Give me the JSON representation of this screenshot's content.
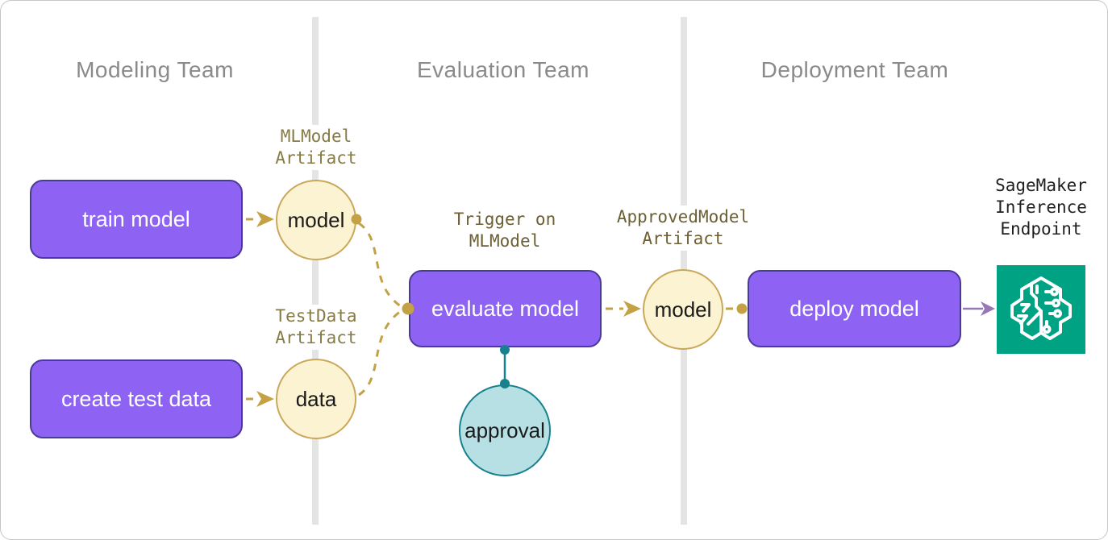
{
  "lanes": [
    {
      "title": "Modeling Team"
    },
    {
      "title": "Evaluation Team"
    },
    {
      "title": "Deployment Team"
    }
  ],
  "nodes": {
    "train_model": {
      "label": "train model"
    },
    "create_test_data": {
      "label": "create test data"
    },
    "evaluate_model": {
      "label": "evaluate model"
    },
    "deploy_model": {
      "label": "deploy model"
    },
    "model_artifact_1": {
      "label": "model"
    },
    "data_artifact": {
      "label": "data"
    },
    "model_artifact_2": {
      "label": "model"
    },
    "approval": {
      "label": "approval"
    }
  },
  "annotations": {
    "mlmodel_artifact": {
      "lines": [
        "MLModel",
        "Artifact"
      ]
    },
    "testdata_artifact": {
      "lines": [
        "TestData",
        "Artifact"
      ]
    },
    "trigger_on_mlmodel": {
      "lines": [
        "Trigger on",
        "MLModel"
      ]
    },
    "approvedmodel_artifact": {
      "lines": [
        "ApprovedModel",
        "Artifact"
      ]
    },
    "sagemaker_endpoint": {
      "lines": [
        "SageMaker",
        "Inference",
        "Endpoint"
      ]
    }
  },
  "colors": {
    "task_fill": "#8E63F3",
    "task_border": "#4B3A9C",
    "task_text": "#FFFFFF",
    "artifact_fill": "#FCF3D2",
    "artifact_border": "#C9A85B",
    "connector_gold": "#C5A145",
    "approval_fill": "#B7E0E5",
    "approval_border": "#17818E",
    "lane_title": "#8A8A8A",
    "divider": "#E4E4E4",
    "annotation_olive": "#857B45",
    "annotation_dark_olive": "#6B5F33",
    "annotation_black": "#1F1F1F",
    "deploy_arrow": "#9678B5",
    "sagemaker_green": "#00A284"
  }
}
